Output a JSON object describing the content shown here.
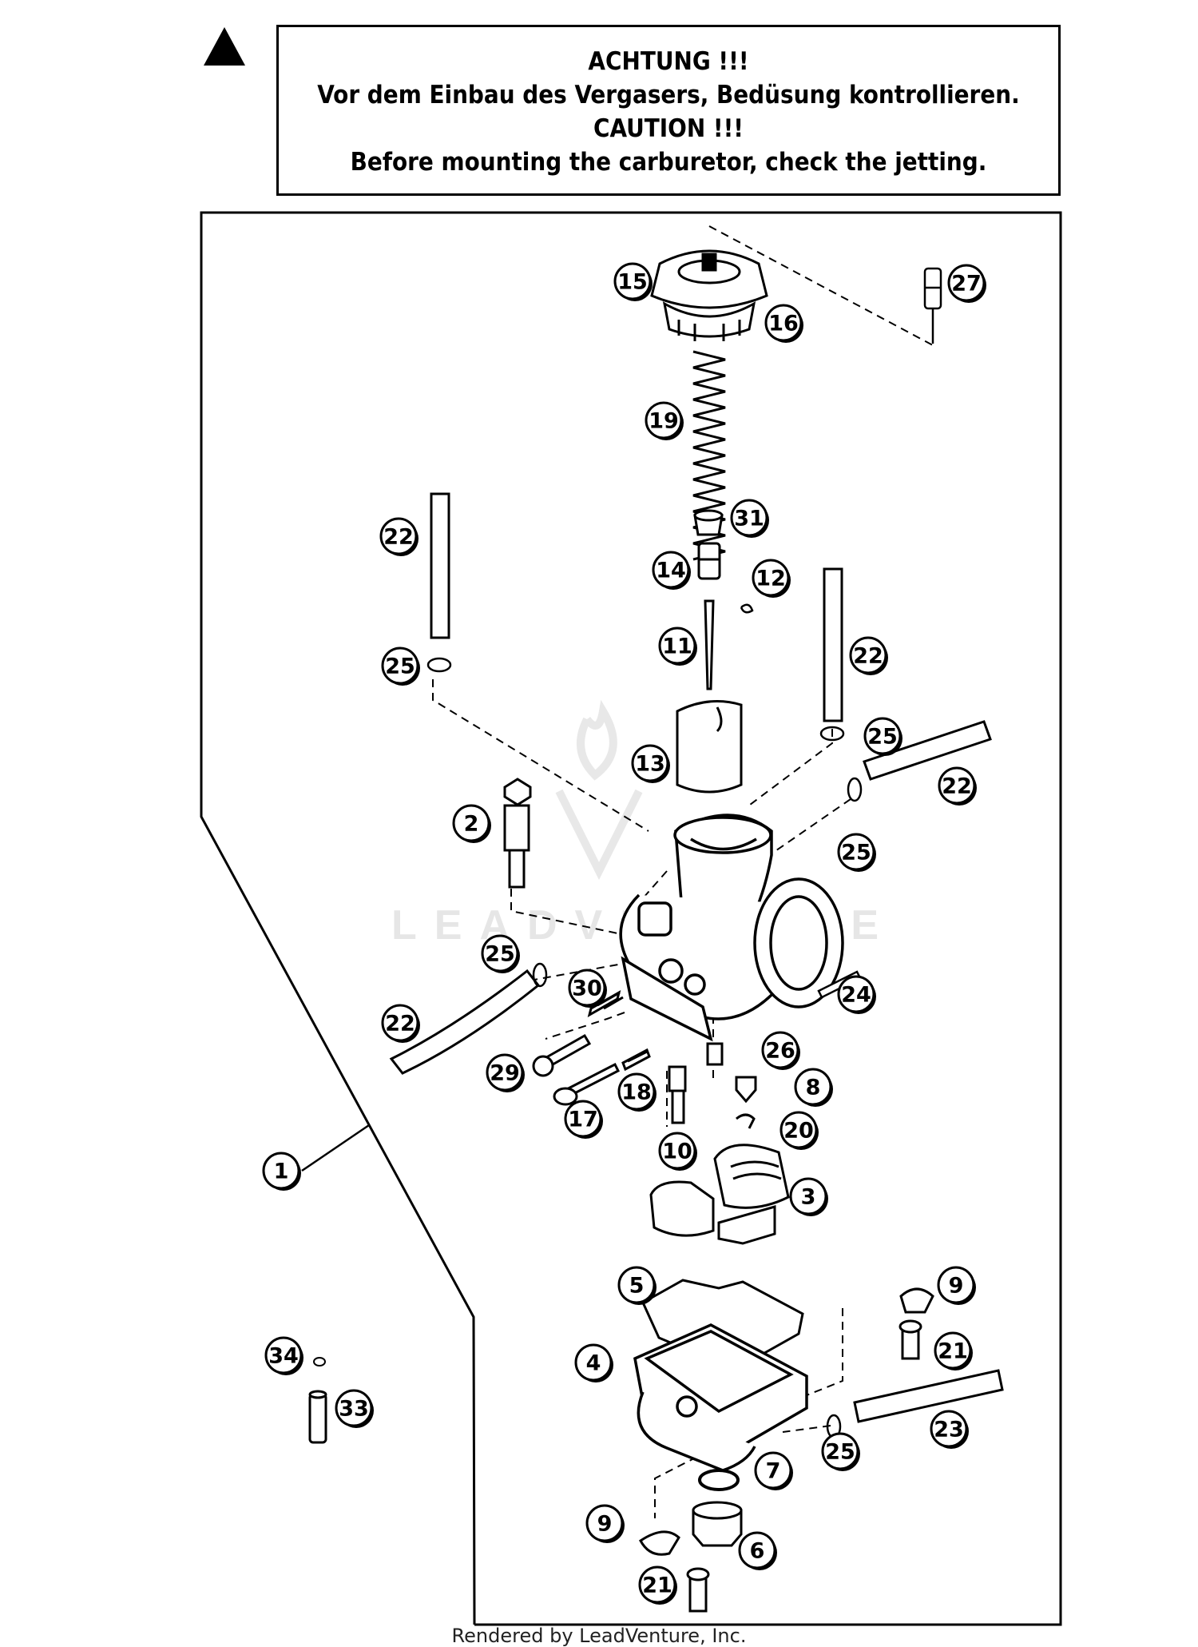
{
  "caution": {
    "line1": "ACHTUNG !!!",
    "line2": "Vor dem Einbau des Vergasers, Bedüsung kontrollieren.",
    "line3": "CAUTION !!!",
    "line4": "Before mounting the carburetor, check the jetting."
  },
  "watermark": "LEADVENTURE",
  "footer": "Rendered by LeadVenture, Inc.",
  "callouts": [
    {
      "id": "c1",
      "label": "1"
    },
    {
      "id": "c2",
      "label": "2"
    },
    {
      "id": "c3",
      "label": "3"
    },
    {
      "id": "c4",
      "label": "4"
    },
    {
      "id": "c5",
      "label": "5"
    },
    {
      "id": "c6",
      "label": "6"
    },
    {
      "id": "c7",
      "label": "7"
    },
    {
      "id": "c8",
      "label": "8"
    },
    {
      "id": "c9a",
      "label": "9"
    },
    {
      "id": "c9b",
      "label": "9"
    },
    {
      "id": "c10",
      "label": "10"
    },
    {
      "id": "c11",
      "label": "11"
    },
    {
      "id": "c12",
      "label": "12"
    },
    {
      "id": "c13",
      "label": "13"
    },
    {
      "id": "c14",
      "label": "14"
    },
    {
      "id": "c15",
      "label": "15"
    },
    {
      "id": "c16",
      "label": "16"
    },
    {
      "id": "c17",
      "label": "17"
    },
    {
      "id": "c18",
      "label": "18"
    },
    {
      "id": "c19",
      "label": "19"
    },
    {
      "id": "c20",
      "label": "20"
    },
    {
      "id": "c21a",
      "label": "21"
    },
    {
      "id": "c21b",
      "label": "21"
    },
    {
      "id": "c22a",
      "label": "22"
    },
    {
      "id": "c22b",
      "label": "22"
    },
    {
      "id": "c22c",
      "label": "22"
    },
    {
      "id": "c22d",
      "label": "22"
    },
    {
      "id": "c23",
      "label": "23"
    },
    {
      "id": "c24",
      "label": "24"
    },
    {
      "id": "c25a",
      "label": "25"
    },
    {
      "id": "c25b",
      "label": "25"
    },
    {
      "id": "c25c",
      "label": "25"
    },
    {
      "id": "c25d",
      "label": "25"
    },
    {
      "id": "c25e",
      "label": "25"
    },
    {
      "id": "c26",
      "label": "26"
    },
    {
      "id": "c27",
      "label": "27"
    },
    {
      "id": "c29",
      "label": "29"
    },
    {
      "id": "c30",
      "label": "30"
    },
    {
      "id": "c31",
      "label": "31"
    },
    {
      "id": "c33",
      "label": "33"
    },
    {
      "id": "c34",
      "label": "34"
    }
  ]
}
